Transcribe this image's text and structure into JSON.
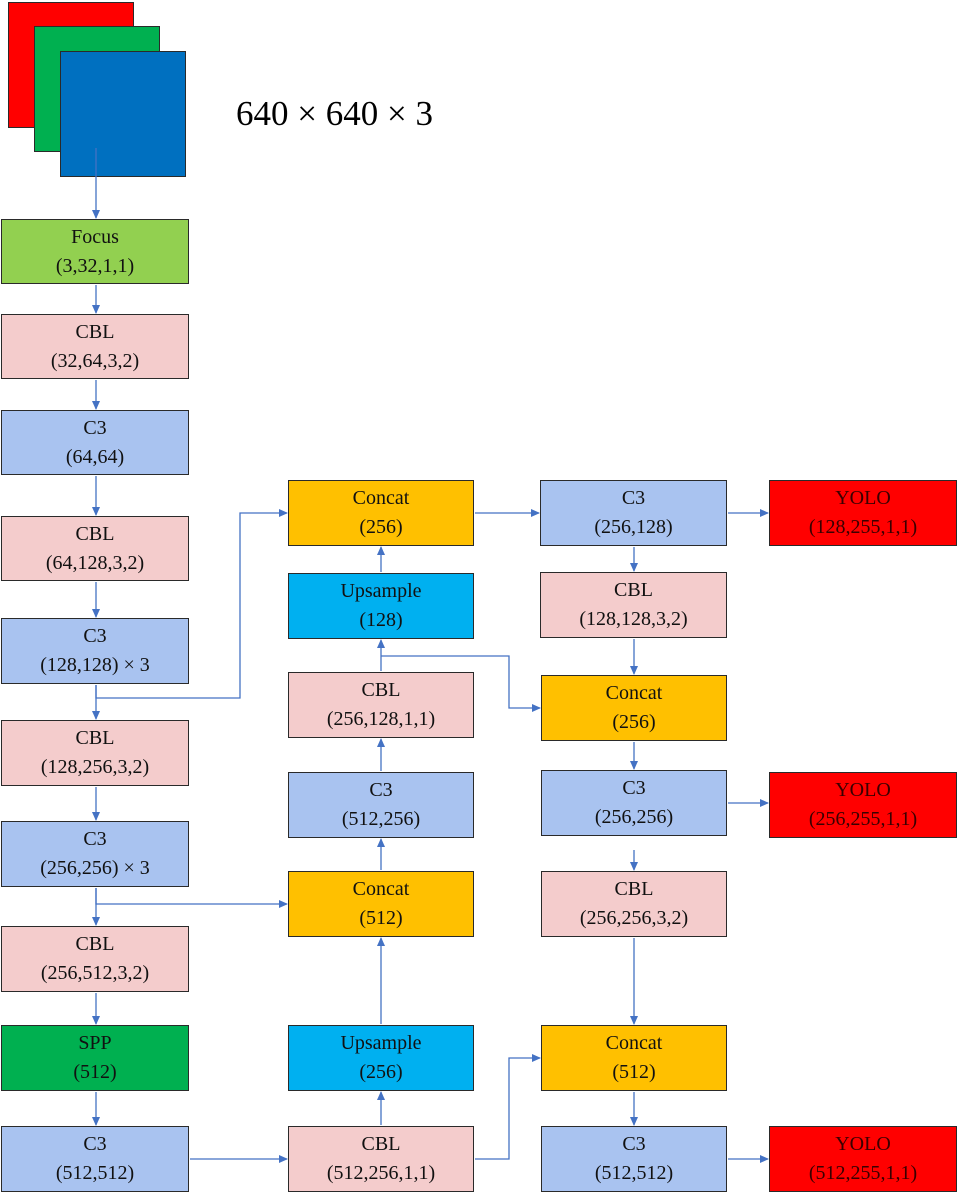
{
  "input": {
    "dims": "640 × 640 × 3",
    "channel_colors": [
      "#ff0000",
      "#00b050",
      "#0070c0"
    ]
  },
  "colors": {
    "Focus": "#92d050",
    "CBL": "#f4cccc",
    "C3": "#a9c3f0",
    "Concat": "#ffc000",
    "Upsample": "#00b0f0",
    "SPP": "#00b050",
    "YOLO": "#ff0000",
    "edge": "#4472c4"
  },
  "nodes": {
    "focus": {
      "type": "Focus",
      "name": "Focus",
      "params": "(3,32,1,1)"
    },
    "cbl1": {
      "type": "CBL",
      "name": "CBL",
      "params": "(32,64,3,2)"
    },
    "c3_1": {
      "type": "C3",
      "name": "C3",
      "params": "(64,64)"
    },
    "cbl2": {
      "type": "CBL",
      "name": "CBL",
      "params": "(64,128,3,2)"
    },
    "c3_2": {
      "type": "C3",
      "name": "C3",
      "params": "(128,128) × 3"
    },
    "cbl3": {
      "type": "CBL",
      "name": "CBL",
      "params": "(128,256,3,2)"
    },
    "c3_3": {
      "type": "C3",
      "name": "C3",
      "params": "(256,256) × 3"
    },
    "cbl4": {
      "type": "CBL",
      "name": "CBL",
      "params": "(256,512,3,2)"
    },
    "spp": {
      "type": "SPP",
      "name": "SPP",
      "params": "(512)"
    },
    "c3_4": {
      "type": "C3",
      "name": "C3",
      "params": "(512,512)"
    },
    "concat_a": {
      "type": "Concat",
      "name": "Concat",
      "params": "(256)"
    },
    "upsample_a": {
      "type": "Upsample",
      "name": "Upsample",
      "params": "(128)"
    },
    "cbl_a": {
      "type": "CBL",
      "name": "CBL",
      "params": "(256,128,1,1)"
    },
    "c3_a": {
      "type": "C3",
      "name": "C3",
      "params": "(512,256)"
    },
    "concat_b": {
      "type": "Concat",
      "name": "Concat",
      "params": "(512)"
    },
    "upsample_b": {
      "type": "Upsample",
      "name": "Upsample",
      "params": "(256)"
    },
    "cbl_b": {
      "type": "CBL",
      "name": "CBL",
      "params": "(512,256,1,1)"
    },
    "c3_r1": {
      "type": "C3",
      "name": "C3",
      "params": "(256,128)"
    },
    "cbl_r1": {
      "type": "CBL",
      "name": "CBL",
      "params": "(128,128,3,2)"
    },
    "concat_r1": {
      "type": "Concat",
      "name": "Concat",
      "params": "(256)"
    },
    "c3_r2": {
      "type": "C3",
      "name": "C3",
      "params": "(256,256)"
    },
    "cbl_r2": {
      "type": "CBL",
      "name": "CBL",
      "params": "(256,256,3,2)"
    },
    "concat_r2": {
      "type": "Concat",
      "name": "Concat",
      "params": "(512)"
    },
    "c3_r3": {
      "type": "C3",
      "name": "C3",
      "params": "(512,512)"
    },
    "yolo1": {
      "type": "YOLO",
      "name": "YOLO",
      "params": "(128,255,1,1)"
    },
    "yolo2": {
      "type": "YOLO",
      "name": "YOLO",
      "params": "(256,255,1,1)"
    },
    "yolo3": {
      "type": "YOLO",
      "name": "YOLO",
      "params": "(512,255,1,1)"
    }
  },
  "edges": [
    [
      "input",
      "focus"
    ],
    [
      "focus",
      "cbl1"
    ],
    [
      "cbl1",
      "c3_1"
    ],
    [
      "c3_1",
      "cbl2"
    ],
    [
      "cbl2",
      "c3_2"
    ],
    [
      "c3_2",
      "cbl3"
    ],
    [
      "cbl3",
      "c3_3"
    ],
    [
      "c3_3",
      "cbl4"
    ],
    [
      "cbl4",
      "spp"
    ],
    [
      "spp",
      "c3_4"
    ],
    [
      "c3_4",
      "cbl_b"
    ],
    [
      "cbl_b",
      "upsample_b"
    ],
    [
      "upsample_b",
      "concat_b"
    ],
    [
      "c3_3",
      "concat_b"
    ],
    [
      "concat_b",
      "c3_a"
    ],
    [
      "c3_a",
      "cbl_a"
    ],
    [
      "cbl_a",
      "upsample_a"
    ],
    [
      "upsample_a",
      "concat_a"
    ],
    [
      "c3_2",
      "concat_a"
    ],
    [
      "concat_a",
      "c3_r1"
    ],
    [
      "c3_r1",
      "yolo1"
    ],
    [
      "c3_r1",
      "cbl_r1"
    ],
    [
      "cbl_r1",
      "concat_r1"
    ],
    [
      "cbl_a",
      "concat_r1"
    ],
    [
      "concat_r1",
      "c3_r2"
    ],
    [
      "c3_r2",
      "yolo2"
    ],
    [
      "c3_r2",
      "cbl_r2"
    ],
    [
      "cbl_r2",
      "concat_r2"
    ],
    [
      "cbl_b",
      "concat_r2"
    ],
    [
      "concat_r2",
      "c3_r3"
    ],
    [
      "c3_r3",
      "yolo3"
    ]
  ]
}
